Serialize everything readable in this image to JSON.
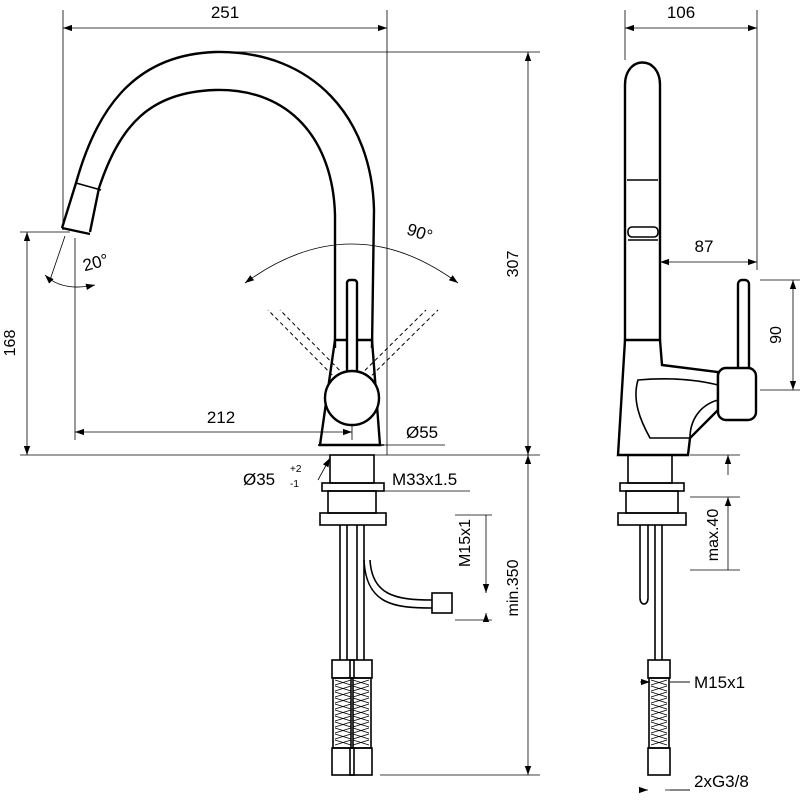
{
  "front_view": {
    "dim_width_total": "251",
    "dim_height_spout_tip": "168",
    "dim_reach": "212",
    "dim_height_total": "307",
    "dim_angle_swivel": "90°",
    "dim_angle_tip": "20°",
    "dim_base_diameter": "Ø55",
    "dim_hole_diameter": "Ø35",
    "dim_hole_tolerance_upper": "+2",
    "dim_hole_tolerance_lower": "-1",
    "dim_thread": "M33x1.5",
    "dim_hose_thread": "M15x1",
    "dim_min_length": "min.350"
  },
  "side_view": {
    "dim_width_total": "106",
    "dim_handle_offset": "87",
    "dim_handle_height": "90",
    "dim_max_deck": "max.40",
    "dim_hose_thread": "M15x1",
    "dim_connections": "2xG3/8"
  }
}
